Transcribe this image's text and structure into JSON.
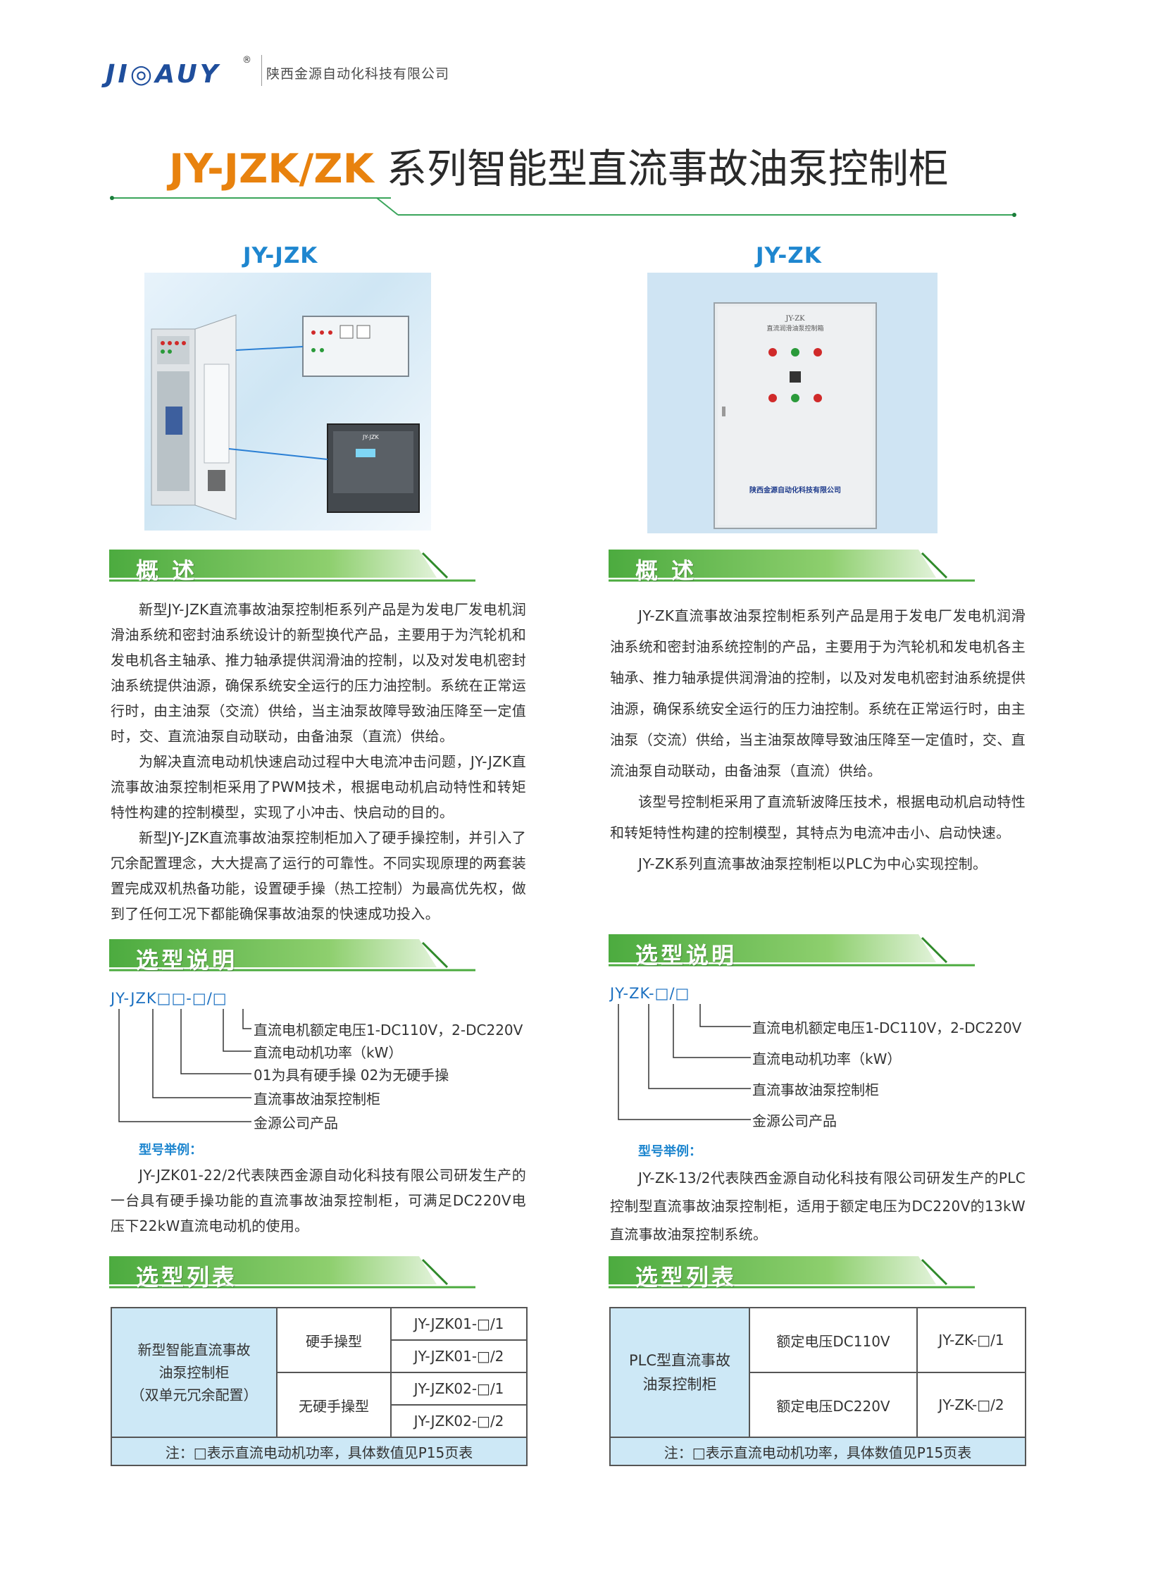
{
  "header": {
    "logo": "JI◎AUY",
    "logo_reg": "®",
    "company": "陕西金源自动化科技有限公司"
  },
  "title": {
    "code": "JY-JZK/ZK",
    "text": "系列智能型直流事故油泵控制柜"
  },
  "left": {
    "model": "JY-JZK",
    "photo_panel_text": "JY-JZK",
    "overview_title": "概 述",
    "overview_paragraphs": [
      "新型JY-JZK直流事故油泵控制柜系列产品是为发电厂发电机润滑油系统和密封油系统设计的新型换代产品，主要用于为汽轮机和发电机各主轴承、推力轴承提供润滑油的控制，以及对发电机密封油系统提供油源，确保系统安全运行的压力油控制。系统在正常运行时，由主油泵（交流）供给，当主油泵故障导致油压降至一定值时，交、直流油泵自动联动，由备油泵（直流）供给。",
      "为解决直流电动机快速启动过程中大电流冲击问题，JY-JZK直流事故油泵控制柜采用了PWM技术，根据电动机启动特性和转矩特性构建的控制模型，实现了小冲击、快启动的目的。",
      "新型JY-JZK直流事故油泵控制柜加入了硬手操控制，并引入了冗余配置理念，大大提高了运行的可靠性。不同实现原理的两套装置完成双机热备功能，设置硬手操（热工控制）为最高优先权，做到了任何工况下都能确保事故油泵的快速成功投入。"
    ],
    "selection_title": "选型说明",
    "selection_code": "JY-JZK□□-□/□",
    "selection_lines": [
      "直流电机额定电压1-DC110V，2-DC220V",
      "直流电动机功率（kW）",
      "01为具有硬手操 02为无硬手操",
      "直流事故油泵控制柜",
      "金源公司产品"
    ],
    "example_title": "型号举例：",
    "example_text": "JY-JZK01-22/2代表陕西金源自动化科技有限公司研发生产的一台具有硬手操功能的直流事故油泵控制柜，可满足DC220V电压下22kW直流电动机的使用。",
    "list_title": "选型列表",
    "table": {
      "product": "新型智能直流事故油泵控制柜（双单元冗余配置）",
      "product_lines": [
        "新型智能直流事故",
        "油泵控制柜",
        "（双单元冗余配置）"
      ],
      "groups": [
        {
          "type": "硬手操型",
          "models": [
            "JY-JZK01-□/1",
            "JY-JZK01-□/2"
          ]
        },
        {
          "type": "无硬手操型",
          "models": [
            "JY-JZK02-□/1",
            "JY-JZK02-□/2"
          ]
        }
      ],
      "note": "注：□表示直流电动机功率，具体数值见P15页表"
    }
  },
  "right": {
    "model": "JY-ZK",
    "cabinet_label_1": "JY-ZK",
    "cabinet_label_2": "直流润滑油泵控制箱",
    "cabinet_footer": "陕西金源自动化科技有限公司",
    "overview_title": "概 述",
    "overview_paragraphs": [
      "JY-ZK直流事故油泵控制柜系列产品是用于发电厂发电机润滑油系统和密封油系统控制的产品，主要用于为汽轮机和发电机各主轴承、推力轴承提供润滑油的控制，以及对发电机密封油系统提供油源，确保系统安全运行的压力油控制。系统在正常运行时，由主油泵（交流）供给，当主油泵故障导致油压降至一定值时，交、直流油泵自动联动，由备油泵（直流）供给。",
      "该型号控制柜采用了直流斩波降压技术，根据电动机启动特性和转矩特性构建的控制模型，其特点为电流冲击小、启动快速。",
      "JY-ZK系列直流事故油泵控制柜以PLC为中心实现控制。"
    ],
    "selection_title": "选型说明",
    "selection_code": "JY-ZK-□/□",
    "selection_lines": [
      "直流电机额定电压1-DC110V，2-DC220V",
      "直流电动机功率（kW）",
      "直流事故油泵控制柜",
      "金源公司产品"
    ],
    "example_title": "型号举例：",
    "example_text": "JY-ZK-13/2代表陕西金源自动化科技有限公司研发生产的PLC控制型直流事故油泵控制柜，适用于额定电压为DC220V的13kW直流事故油泵控制系统。",
    "list_title": "选型列表",
    "table": {
      "product_lines": [
        "PLC型直流事故",
        "油泵控制柜"
      ],
      "rows": [
        {
          "voltage": "额定电压DC110V",
          "model": "JY-ZK-□/1"
        },
        {
          "voltage": "额定电压DC220V",
          "model": "JY-ZK-□/2"
        }
      ],
      "note": "注：□表示直流电动机功率，具体数值见P15页表"
    }
  },
  "colors": {
    "title_code": "#e8820e",
    "model_blue": "#1e86cf",
    "tab_green": "#5bb848",
    "table_blue": "#cde8f6"
  }
}
